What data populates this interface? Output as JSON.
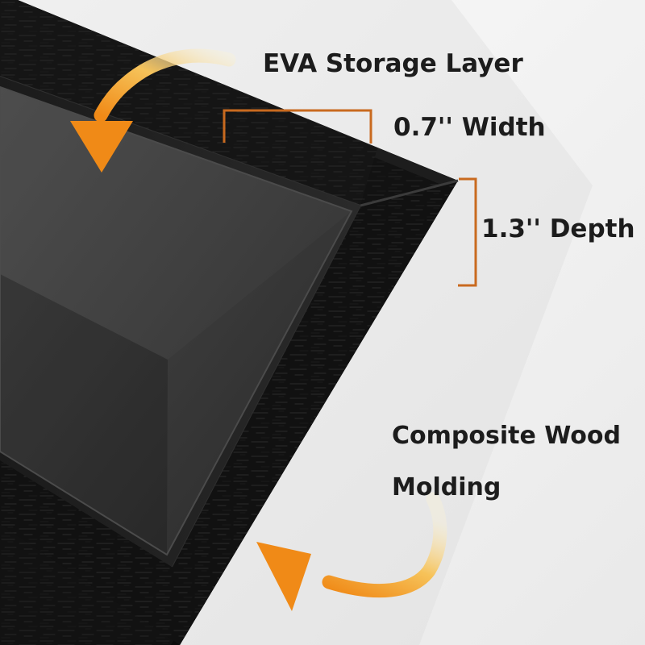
{
  "product_callouts": {
    "eva_storage_layer": "EVA Storage Layer",
    "width": "0.7'' Width",
    "depth": "1.3'' Depth",
    "material_line1": "Composite Wood",
    "material_line2": "Molding"
  },
  "colors": {
    "background": "#f1f1f1",
    "frame_black": "#121212",
    "glass_dark": "#3c3c3c",
    "bracket_orange": "#c96a1f",
    "arrow_orange": "#f08a17",
    "arrow_fade": "#fbf2d2",
    "text": "#1c1c1c"
  },
  "icons": {
    "top_arrow": "curved-arrow-down-left-icon",
    "bottom_arrow": "curved-arrow-left-icon",
    "width_bracket": "dimension-bracket-icon",
    "depth_bracket": "dimension-bracket-icon"
  }
}
